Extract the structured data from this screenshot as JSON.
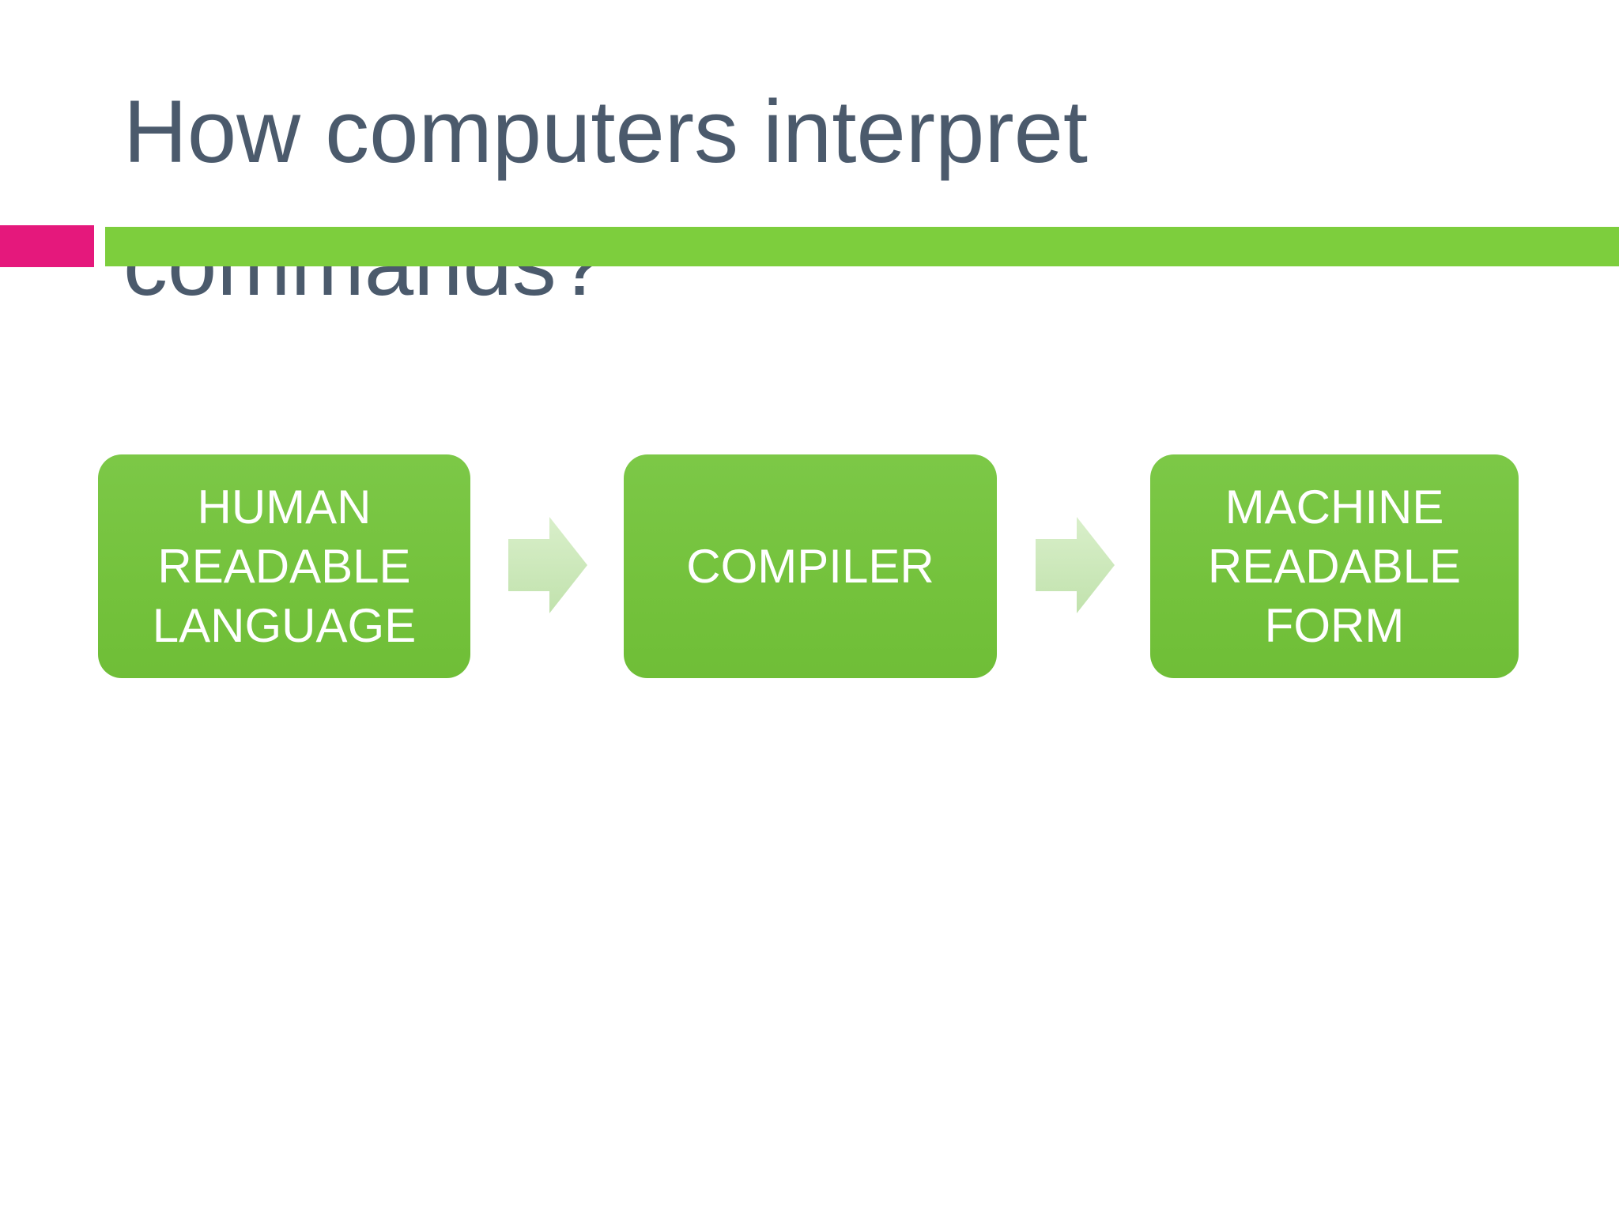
{
  "slide": {
    "title": {
      "lines": [
        "How computers interpret",
        "commands?"
      ],
      "color": "#4b5a6c"
    },
    "accent": {
      "pink_square_color": "#e5187c",
      "green_bar_color": "#7dce3d"
    },
    "diagram": {
      "type": "flow",
      "box_color": "#76c33e",
      "box_text_color": "#ffffff",
      "arrow_color": "#cde8ba",
      "arrow_icon": "right-block-arrow",
      "boxes": [
        {
          "id": "human-readable-language",
          "lines": [
            "HUMAN",
            "READABLE",
            "LANGUAGE"
          ]
        },
        {
          "id": "compiler",
          "lines": [
            "COMPILER"
          ]
        },
        {
          "id": "machine-readable-form",
          "lines": [
            "MACHINE",
            "READABLE",
            "FORM"
          ]
        }
      ]
    }
  }
}
